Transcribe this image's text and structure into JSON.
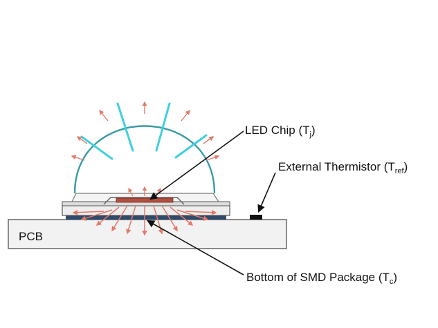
{
  "labels": {
    "pcb": "PCB",
    "led_chip": {
      "main": "LED Chip (T",
      "sub": "j",
      "end": ")"
    },
    "thermistor": {
      "main": "External Thermistor (T",
      "sub": "ref",
      "end": ")"
    },
    "package_bottom": {
      "main": "Bottom of SMD Package (T",
      "sub": "c",
      "end": ")"
    }
  },
  "colors": {
    "dome": "#3a9aa6",
    "light_rays": "#3fd0e0",
    "heat_arrows": "#e07a6a",
    "chip": "#b05040",
    "pcb_fill": "#f2f2f2",
    "outline": "#555555",
    "leader_lines": "#111111",
    "thermistor": "#111111"
  }
}
